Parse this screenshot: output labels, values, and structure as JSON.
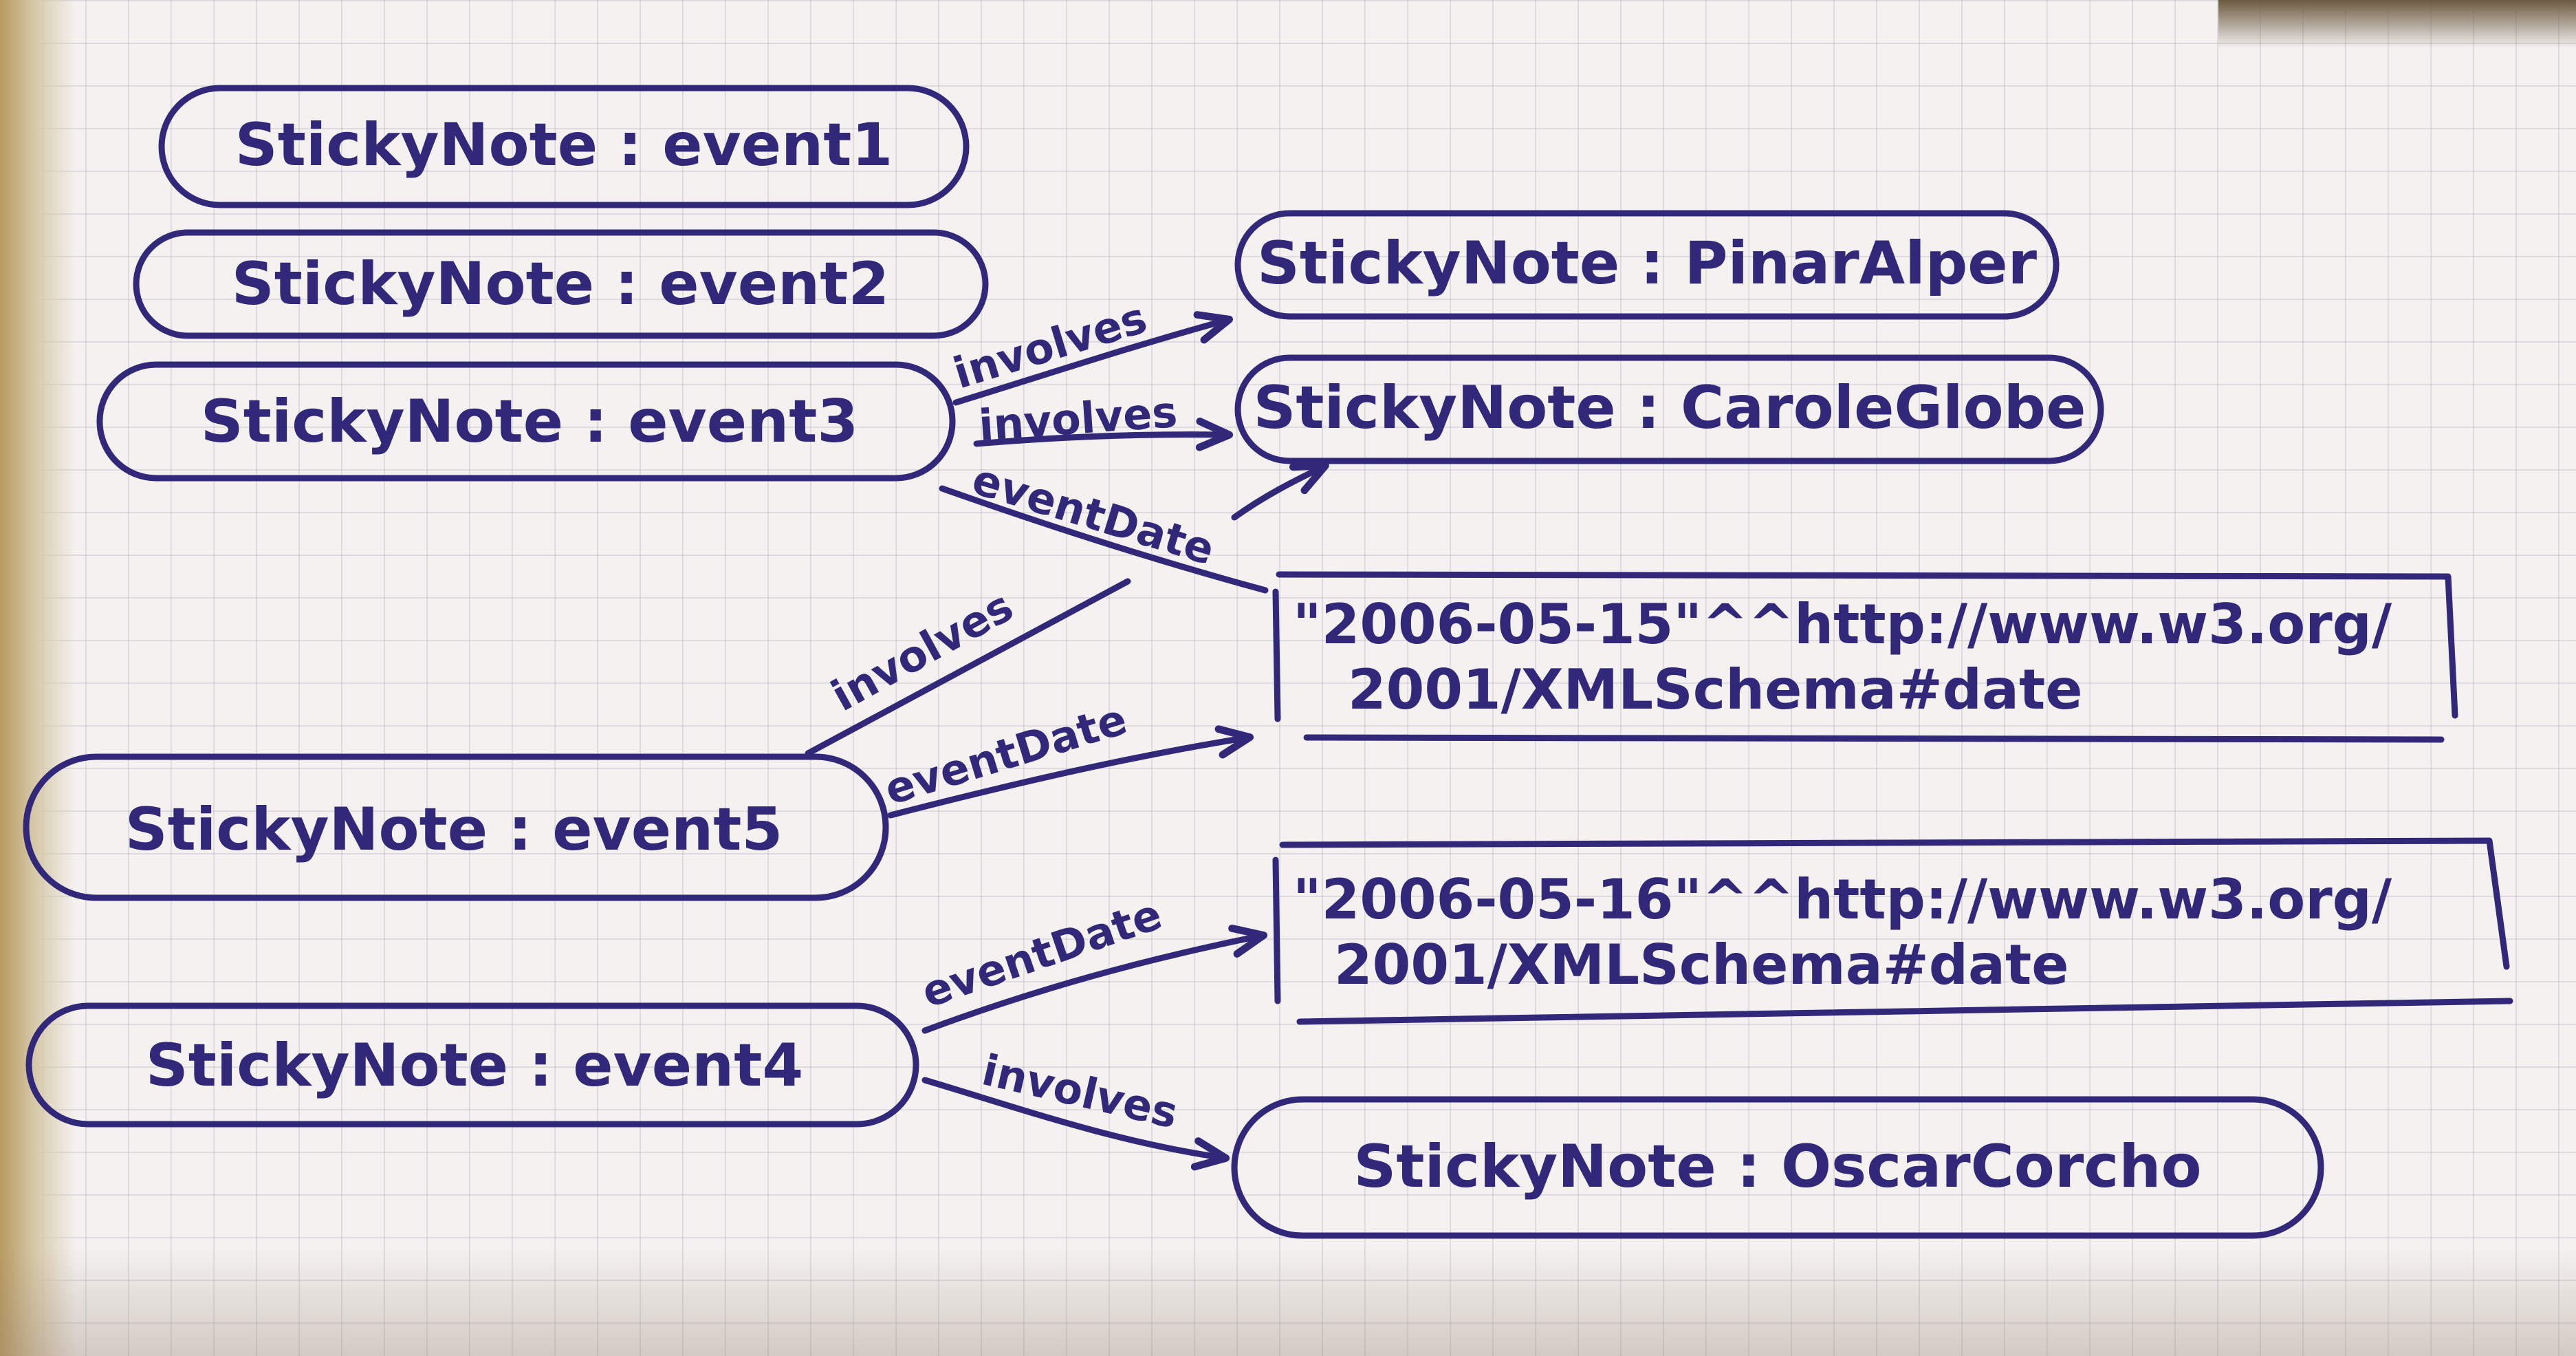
{
  "diagram": {
    "nodes": {
      "event1": "StickyNote : event1",
      "event2": "StickyNote : event2",
      "event3": "StickyNote : event3",
      "event4": "StickyNote : event4",
      "event5": "StickyNote : event5",
      "pinar": "StickyNote : PinarAlper",
      "carole": "StickyNote : CaroleGlobe",
      "oscar": "StickyNote : OscarCorcho"
    },
    "literals": {
      "date15_line1": "\"2006-05-15\"^^http://www.w3.org/",
      "date15_line2": "2001/XMLSchema#date",
      "date16_line1": "\"2006-05-16\"^^http://www.w3.org/",
      "date16_line2": "2001/XMLSchema#date"
    },
    "edges": {
      "e3_pinar": "involves",
      "e3_carole": "involves",
      "e3_date": "eventDate",
      "e5_carole": "involves",
      "e5_date": "eventDate",
      "e4_date": "eventDate",
      "e4_oscar": "involves"
    },
    "ink_color": "#32287a"
  }
}
